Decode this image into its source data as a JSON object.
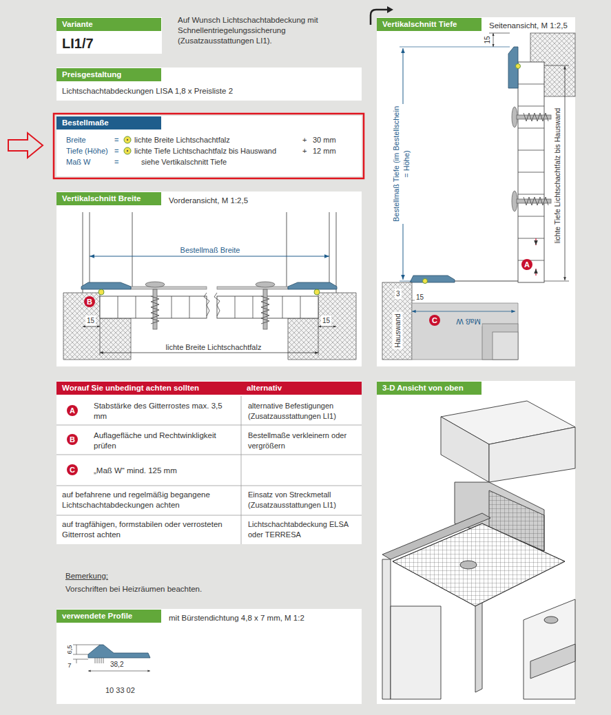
{
  "diagram": {
    "nodes": [
      {
        "text": [
          "Variante",
          "LI1/7"
        ]
      },
      {
        "text": [
          "Preisgestaltung",
          "Lichtschachtabdeckungen LISA 1,8 x Preisliste 2"
        ]
      },
      {
        "text": [
          "Bestellmaße",
          "Breite",
          "=",
          "lichte Breite Lichtschachtfalz",
          "+",
          "30 mm",
          "Tiefe (Höhe)",
          "=",
          "lichte Tiefe Lichtschachtfalz bis Hauswand",
          "+",
          "12 mm",
          "Maß W",
          "=",
          "siehe Vertikalschnitt Tiefe"
        ]
      },
      {
        "text": [
          "Vertikalschnitt Breite",
          "Vorderansicht, M 1:2,5"
        ]
      },
      {
        "text": [
          "Vertikalschnitt Tiefe",
          "Seitenansicht, M 1:2,5"
        ]
      },
      {
        "text": [
          "Worauf Sie unbedingt achten sollten",
          "alternativ"
        ]
      },
      {
        "text": [
          "3-D Ansicht von oben"
        ]
      },
      {
        "text": [
          "verwendete Profile",
          "mit Bürstendichtung 4,8 x 7 mm, M 1:2"
        ]
      }
    ],
    "labels": [
      "Auf Wunsch Lichtschachtabdeckung mit Schnellentriegelungssicherung (Zusatzausstattungen LI1).",
      "Bestellmaß Breite",
      "B",
      "15",
      "15",
      "lichte Breite Lichtschachtfalz",
      "15",
      "Bestellmaß Tiefe (im Bestellschein = Höhe)",
      "lichte Tiefe Lichtschachtfalz bis Hauswand",
      "A",
      "3",
      "15",
      "C",
      "Maß W",
      "Hauswand",
      "A",
      "Stabstärke des Gitterrostes max. 3,5 mm",
      "alternative Befestigungen (Zusatzausstattungen LI1)",
      "B",
      "Auflagefläche und Rechtwinkligkeit prüfen",
      "Bestellmaße verkleinern oder vergrößern",
      "C",
      "„Maß W“ mind. 125 mm",
      "auf befahrene und regelmäßig begangene Lichtschachtabdeckungen achten",
      "Einsatz von Streckmetall (Zusatzausstattungen LI1)",
      "auf tragfähigen, formstabilen oder verrosteten Gitterrost achten",
      "Lichtschachtabdeckung ELSA oder TERRESA",
      "Bemerkung:",
      "Vorschriften bei Heizräumen beachten.",
      "6,5",
      "7",
      "38,2",
      "10 33 02"
    ]
  }
}
